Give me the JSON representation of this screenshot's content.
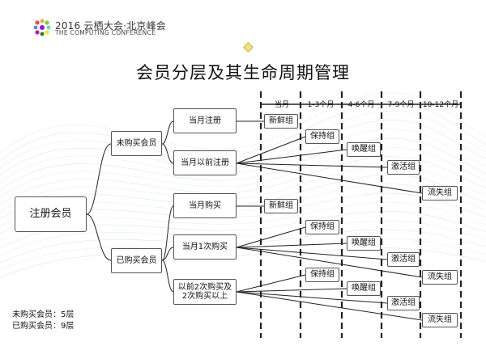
{
  "header": {
    "logo_line1": "2016 云栖大会·北京峰会",
    "logo_line2": "THE COMPUTING CONFERENCE"
  },
  "slide_title": "会员分层及其生命周期管理",
  "phases": [
    "当月",
    "1-3个月",
    "4-6个月",
    "7-9个月",
    "10-12个月"
  ],
  "nodes": {
    "root": "注册会员",
    "unpurchased": "未购买会员",
    "purchased": "已购买会员",
    "reg_this_month": "当月注册",
    "reg_before": "当月以前注册",
    "buy_this_month": "当月购买",
    "buy_first_time": "当月1次购买",
    "buy_repeat": "以前2次购买及2次购买以上"
  },
  "groups": {
    "fresh": "新鲜组",
    "keep": "保持组",
    "wake": "唤醒组",
    "activate": "激活组",
    "lost": "流失组"
  },
  "summary": {
    "unpurchased": "未购买会员：5层",
    "purchased": "已购买会员：9层"
  },
  "colors": {
    "line": "#222222",
    "box_border": "#555555",
    "diamond": "#f1e27a"
  }
}
